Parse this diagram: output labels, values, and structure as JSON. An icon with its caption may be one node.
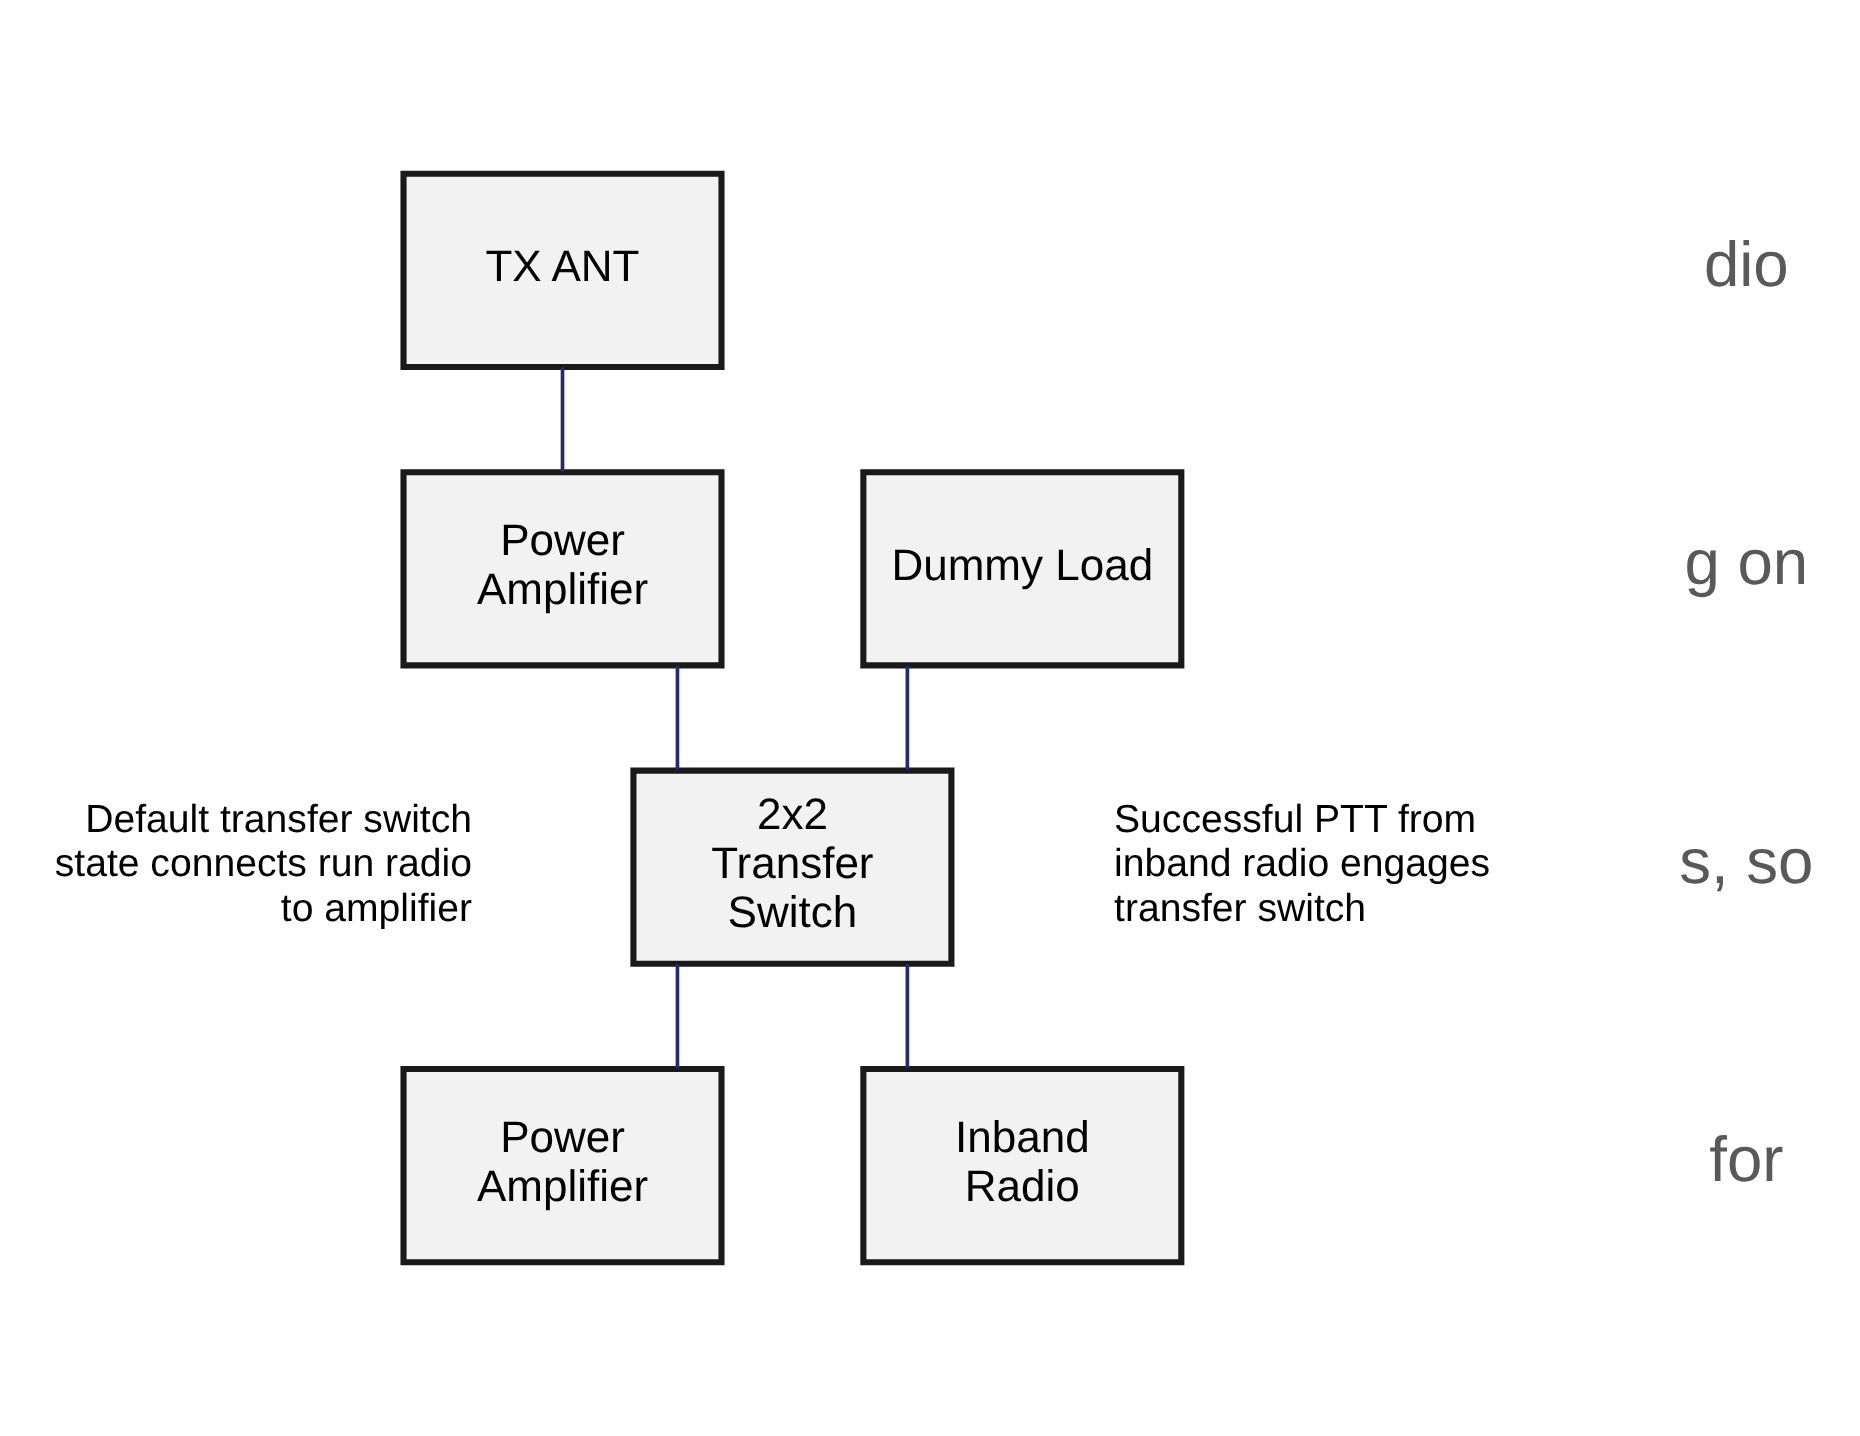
{
  "diagram": {
    "nodes": [
      {
        "text": [
          "TX ANT"
        ]
      },
      {
        "text": [
          "Power Amplifier"
        ]
      },
      {
        "text": [
          "Dummy Load"
        ]
      },
      {
        "text": [
          "2x2 Transfer Switch"
        ],
        "beside": [
          "Default transfer switch state connects run radio to amplifier",
          "Successful PTT from inband radio engages transfer switch"
        ]
      },
      {
        "text": [
          "Power Amplifier"
        ]
      },
      {
        "text": [
          "Inband Radio"
        ]
      }
    ],
    "edges": [
      {
        "from": 0,
        "to": 1,
        "arrow": "none"
      },
      {
        "from": 1,
        "to": 3,
        "arrow": "none"
      },
      {
        "from": 2,
        "to": 3,
        "arrow": "none"
      },
      {
        "from": 3,
        "to": 4,
        "arrow": "none"
      },
      {
        "from": 3,
        "to": 5,
        "arrow": "none"
      }
    ],
    "labels": [
      "dio",
      "g on",
      "s, so",
      "for"
    ]
  }
}
